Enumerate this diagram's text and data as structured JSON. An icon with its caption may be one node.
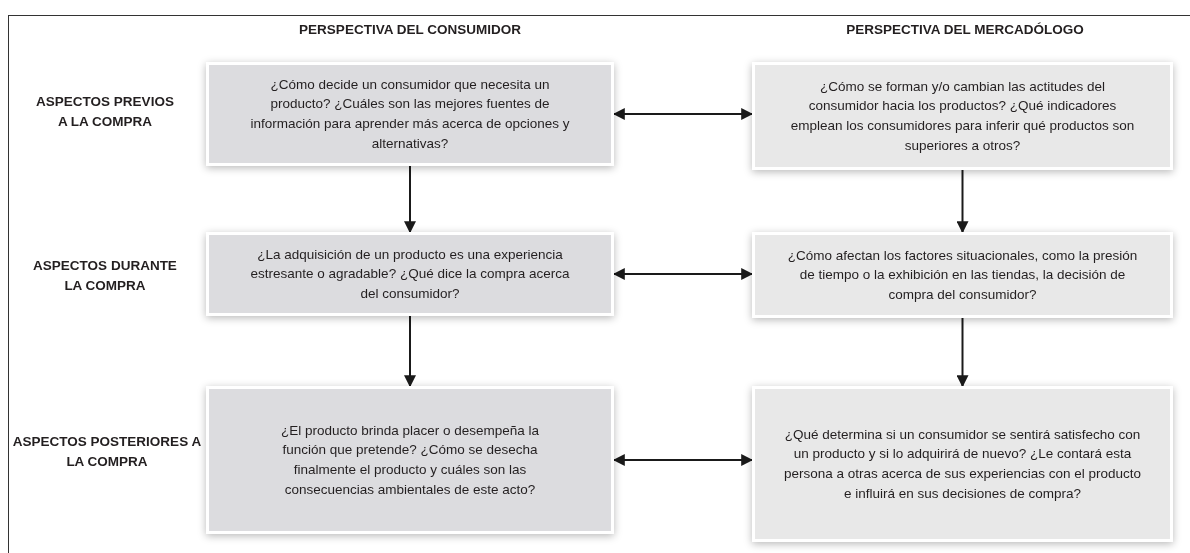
{
  "diagram": {
    "nodes": [
      {
        "text": [
          "¿Cómo decide un consumidor que necesita un producto? ¿Cuáles son las mejores fuentes de información para aprender más acerca de opciones y alternativas?"
        ]
      },
      {
        "text": [
          "¿Cómo se forman y/o cambian las actitudes del consumidor hacia los productos? ¿Qué indicadores emplean los consumidores para inferir qué productos son superiores a otros?"
        ]
      },
      {
        "text": [
          "¿La adquisición de un producto es una experiencia estresante o agradable? ¿Qué dice la compra acerca del consumidor?"
        ]
      },
      {
        "text": [
          "¿Cómo afectan los factores situacionales, como la presión de tiempo o la exhibición en las tiendas, la decisión de compra del consumidor?"
        ]
      },
      {
        "text": [
          "¿El producto brinda placer o desempeña la función que pretende? ¿Cómo se desecha finalmente el producto y cuáles son las consecuencias ambientales de este acto?"
        ]
      },
      {
        "text": [
          "¿Qué determina si un consumidor se sentirá satisfecho con un producto y si lo adquirirá de nuevo? ¿Le contará esta persona a otras acerca de sus experiencias con el producto e influirá en sus decisiones de compra?"
        ]
      }
    ],
    "edges": [
      {
        "from": 0,
        "to": 1,
        "arrow": "both"
      },
      {
        "from": 0,
        "to": 2,
        "arrow": "to"
      },
      {
        "from": 1,
        "to": 3,
        "arrow": "to"
      },
      {
        "from": 2,
        "to": 3,
        "arrow": "both"
      },
      {
        "from": 2,
        "to": 4,
        "arrow": "to"
      },
      {
        "from": 3,
        "to": 5,
        "arrow": "to"
      },
      {
        "from": 4,
        "to": 5,
        "arrow": "both"
      }
    ],
    "labels": [
      "PERSPECTIVA DEL CONSUMIDOR",
      "PERSPECTIVA DEL MERCADÓLOGO",
      "ASPECTOS PREVIOS A LA COMPRA",
      "ASPECTOS DURANTE LA COMPRA",
      "ASPECTOS POSTERIORES A LA COMPRA"
    ]
  }
}
